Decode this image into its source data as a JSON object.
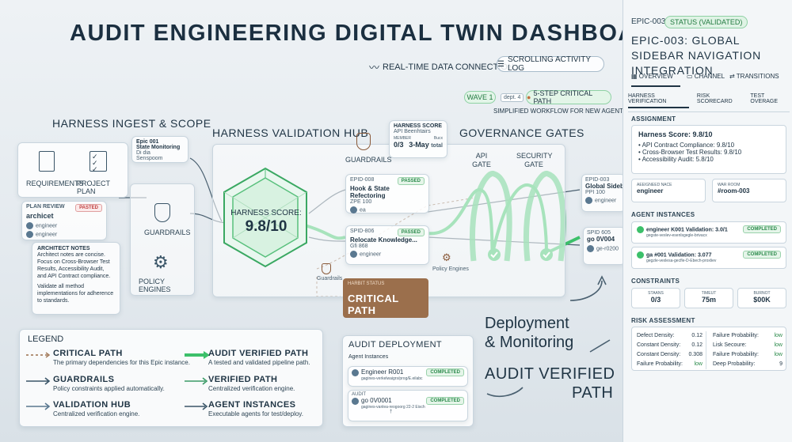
{
  "header": {
    "title": "AUDIT ENGINEERING DIGITAL TWIN DASHBOARD",
    "realtime_label": "REAL-TIME DATA CONNECTION",
    "scroll_log_button": "SCROLLING ACTIVITY LOG",
    "wave_button": "WAVE 1",
    "dept_label": "dept. 4",
    "critical_path_button": "5-STEP CRITICAL PATH",
    "workflow_caption": "SIMPLIFIED WORKFLOW FOR NEW AGENT"
  },
  "ingest": {
    "section_title": "HARNESS INGEST & SCOPE",
    "requirements_label": "REQUIREMENTS",
    "project_plan_label": "PROJECT PLAN",
    "epic_card": {
      "id": "Epic 001",
      "name": "State Monitoring",
      "line1": "Di dia",
      "line2": "Senspoom"
    },
    "plan_review": {
      "title": "PLAN REVIEW",
      "subtitle": "archicet",
      "badge": "PASTED",
      "user1": "engineer",
      "user2": "engineer"
    },
    "architect_notes": {
      "title": "ARCHITECT NOTES",
      "p1": "Architect notes are concise. Focus on Cross-Browser Test Results, Accessibility Audit, and API Contract compliance.",
      "p2": "Validate all method implementations for adherence to standards."
    },
    "guardrails_label": "GUARDRAILS",
    "policy_engines_label": "POLICY ENGINES"
  },
  "hub": {
    "section_title": "HARNESS VALIDATION HUB",
    "score_label": "HARNESS SCORE:",
    "score_value": "9.8/10",
    "guardrails_label": "GUARDRAILS",
    "guardrails_small": "Guardrails",
    "policy_small": "Policy Engines",
    "score_card": {
      "title": "HARNESS SCORE",
      "sub": "API Beenhtairs",
      "k1": "MEMBER",
      "k2": "Bucx",
      "v1": "0/3",
      "v2": "3-May",
      "v2suffix": "total"
    },
    "epic008": {
      "id": "EPID-008",
      "badge": "PASSED",
      "name": "Hook & State Refectoring",
      "line": "ZPE 100",
      "user": "ea"
    },
    "epic006": {
      "id": "SPID-806",
      "badge": "PASSED",
      "name": "Relocate Knowledge...",
      "line": "Gfi 868",
      "user": "engineer"
    },
    "critical_path": {
      "caption": "HARBIT STATUS",
      "label": "CRITICAL PATH"
    }
  },
  "gates": {
    "section_title": "GOVERNANCE GATES",
    "api_gate": "API GATE",
    "security_gate": "SECURITY GATE",
    "epid003": {
      "id": "EPID-003",
      "name": "Global Sidebar",
      "line": "PPI 100",
      "user": "engineer"
    },
    "spid605": {
      "id": "SPID 605",
      "name": "go 0V004",
      "line": "ge-r0200"
    }
  },
  "deployment": {
    "big_label_1": "Deployment",
    "big_label_2": "& Monitoring",
    "audit_verified_1": "AUDIT VERIFIED",
    "audit_verified_2": "PATH",
    "box_title": "AUDIT DEPLOYMENT",
    "agent_instances": "Agent Instances",
    "r1_name": "Engineer R001",
    "r1_sub": "gagines-verkelwaigrs/prog/E.eilabc",
    "r1_badge": "COMPLETED",
    "audit_label": "AUDIT",
    "r2_name": "go 0V0001",
    "r2_sub": "gagines-vanlea-reogoorg 22-2 Eisch",
    "r2_sub2": "†",
    "r2_badge": "COMPLETED"
  },
  "legend": {
    "title": "LEGEND",
    "items": [
      {
        "name": "CRITICAL PATH",
        "desc": "The primary dependencies for this Epic instance."
      },
      {
        "name": "AUDIT VERIFIED PATH",
        "desc": "A tested and validated pipeline path."
      },
      {
        "name": "GUARDRAILS",
        "desc": "Policy constraints applied automatically."
      },
      {
        "name": "VERIFIED PATH",
        "desc": "Centralized verification engine."
      },
      {
        "name": "VALIDATION HUB",
        "desc": "Centralized verification engine."
      },
      {
        "name": "AGENT INSTANCES",
        "desc": "Executable agents for test/deploy."
      }
    ]
  },
  "panel": {
    "epic_id": "EPIC-003",
    "status": "STATUS (VALIDATED)",
    "title": "EPIC-003: GLOBAL SIDEBAR NAVIGATION INTEGRATION",
    "tabs": [
      "OVERVIEW",
      "CHANNEL",
      "TRANSITIONS"
    ],
    "subtabs": [
      "HARNESS VERIFICATION",
      "RISK SCORECARD",
      "TEST OVERAGE"
    ],
    "assignment": {
      "header": "ASSIGNMENT",
      "score": "Harness Score: 9.8/10",
      "b1": "• API Contract Compliance: 9.8/10",
      "b2": "• Cross-Browser Test Results: 9.8/10",
      "b3": "• Accessibility Audit: 5.8/10"
    },
    "assigned": {
      "label": "AEEIGNEED NACE",
      "value": "engineer"
    },
    "warroom": {
      "label": "WAR ROOM",
      "value": "#room-003"
    },
    "agent_instances_header": "AGENT INSTANCES",
    "agents": [
      {
        "name": "engineer K001 Validation: 3.0/1",
        "sub": "gegste-vexlev-esenlsgegle-brivacx",
        "badge": "COMPLETED"
      },
      {
        "name": "ga #001 Validation: 3.077",
        "sub": "gegzle-vexlesa-gecfle-D-Ebech-proxliev",
        "badge": "COMPLETED"
      }
    ],
    "constraints_header": "CONSTRAINTS",
    "constraints": [
      {
        "label": "STAANS",
        "value": "0/3"
      },
      {
        "label": "TIMEUT",
        "value": "75m"
      },
      {
        "label": "BURNOT",
        "value": "$00K"
      }
    ],
    "risk_header": "RISK ASSESSMENT",
    "risk_left": [
      {
        "k": "Defect Density:",
        "v": "0.12"
      },
      {
        "k": "Constant Density:",
        "v": "0.12"
      },
      {
        "k": "Constant Density:",
        "v": "0.308"
      },
      {
        "k": "Failure Probability:",
        "v": "low"
      }
    ],
    "risk_right": [
      {
        "k": "Failure Probability:",
        "v": "low"
      },
      {
        "k": "Lisk Secoure:",
        "v": "low"
      },
      {
        "k": "Failure Probability:",
        "v": "low"
      },
      {
        "k": "Deep Probability:",
        "v": "9"
      }
    ]
  },
  "colors": {
    "accent_green": "#3cc06a",
    "critical_brown": "#9b6f4c",
    "navy": "#1f3444"
  }
}
